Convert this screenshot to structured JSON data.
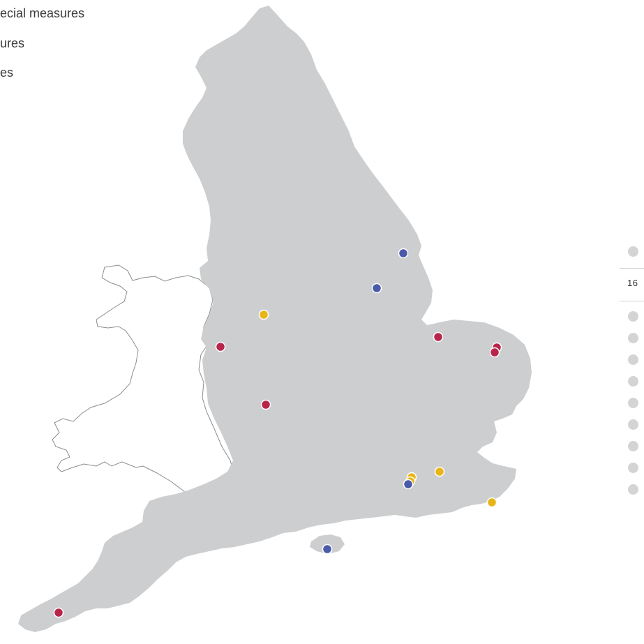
{
  "legend": {
    "items": [
      {
        "label": "ecial measures",
        "color": "#b8254a"
      },
      {
        "label": "ures",
        "color": "#e8b518"
      },
      {
        "label": "es",
        "color": "#4a5aa8"
      }
    ]
  },
  "side_panel": {
    "count": "16"
  },
  "colors": {
    "land": "#cdcecf",
    "wales_outline": "#8c8c8c",
    "special_measures": "#b8254a",
    "yellow_category": "#e8b518",
    "blue_category": "#4a5aa8",
    "panel_dot": "#d4d4d4"
  },
  "markers": [
    {
      "category": "blue",
      "location": "Hull area"
    },
    {
      "category": "blue",
      "location": "South Yorkshire area"
    },
    {
      "category": "yellow",
      "location": "Manchester area"
    },
    {
      "category": "red",
      "location": "Merseyside area"
    },
    {
      "category": "red",
      "location": "Staffordshire area"
    },
    {
      "category": "red",
      "location": "Lincolnshire area"
    },
    {
      "category": "red",
      "location": "Norfolk area"
    },
    {
      "category": "red",
      "location": "Norfolk area"
    },
    {
      "category": "yellow",
      "location": "London area"
    },
    {
      "category": "yellow",
      "location": "London area"
    },
    {
      "category": "blue",
      "location": "London area"
    },
    {
      "category": "yellow",
      "location": "Essex area"
    },
    {
      "category": "yellow",
      "location": "Kent area"
    },
    {
      "category": "blue",
      "location": "Isle of Wight"
    },
    {
      "category": "red",
      "location": "Cornwall"
    }
  ]
}
